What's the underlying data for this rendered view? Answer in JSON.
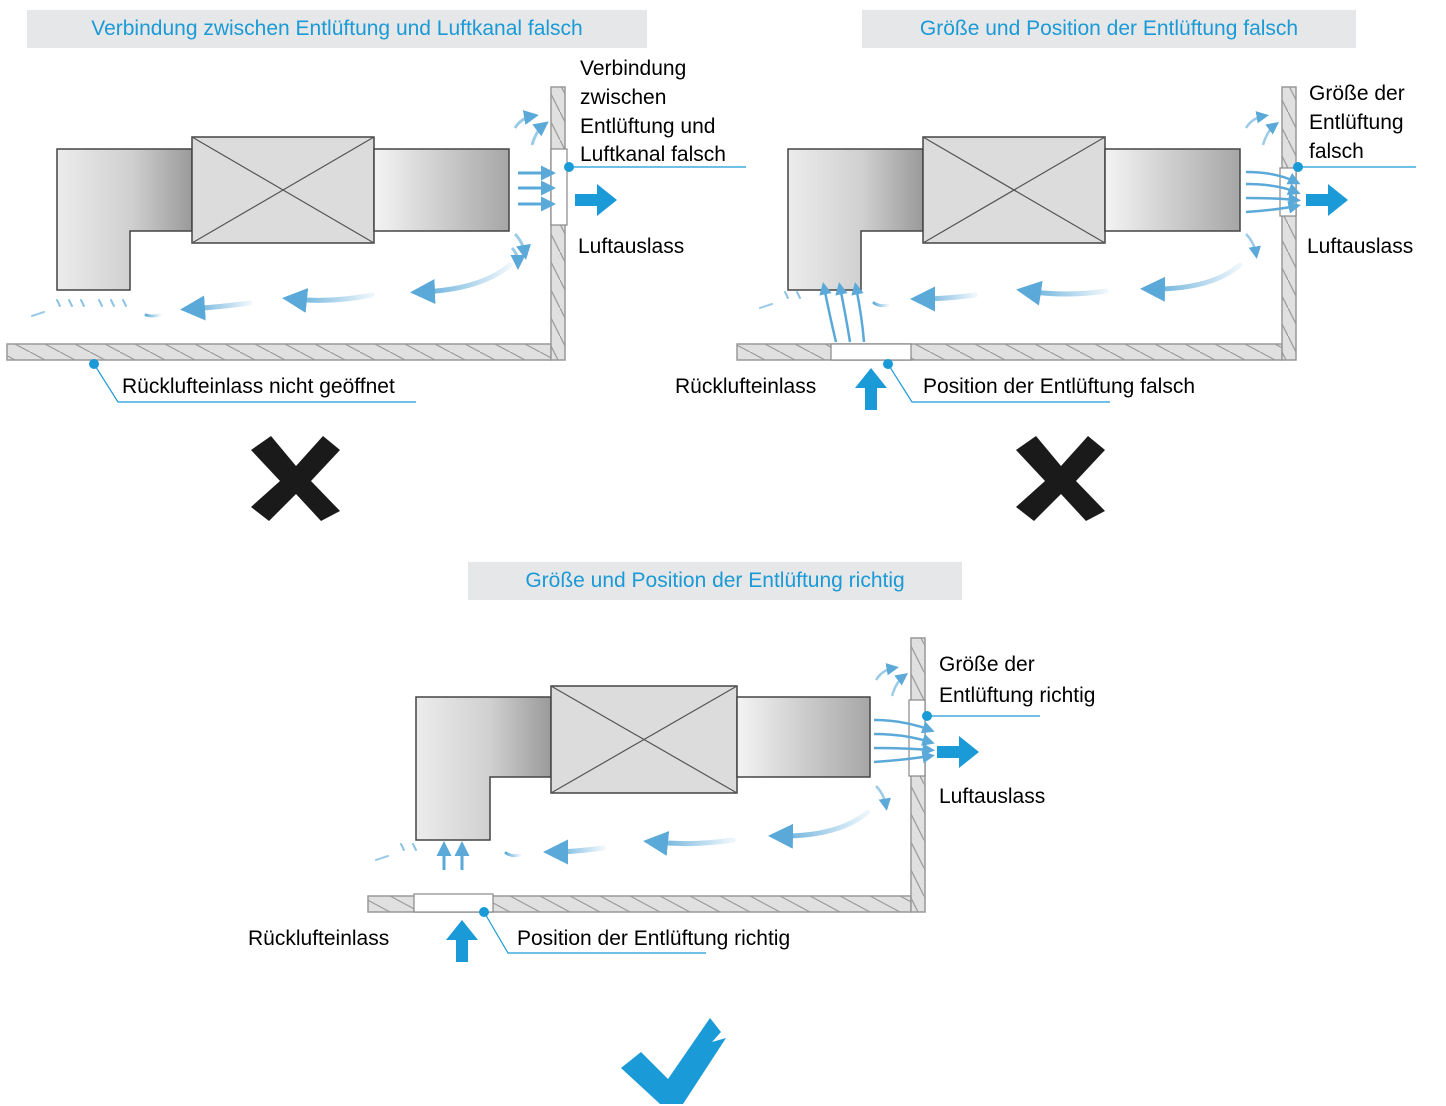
{
  "panels": {
    "top_left": {
      "title": "Verbindung zwischen Entlüftung und Luftkanal falsch",
      "callout_lines": [
        "Verbindung",
        "zwischen",
        "Entlüftung und",
        "Luftkanal falsch"
      ],
      "outlet_label": "Luftauslass",
      "floor_label": "Rücklufteinlass nicht geöffnet",
      "verdict": "incorrect",
      "verdict_icon": "cross-icon"
    },
    "top_right": {
      "title": "Größe und Position der Entlüftung falsch",
      "callout_lines": [
        "Größe der",
        "Entlüftung",
        "falsch"
      ],
      "outlet_label": "Luftauslass",
      "inlet_label": "Rücklufteinlass",
      "floor_label": "Position der Entlüftung falsch",
      "verdict": "incorrect",
      "verdict_icon": "cross-icon"
    },
    "bottom": {
      "title": "Größe und Position der Entlüftung richtig",
      "callout_lines": [
        "Größe der",
        "Entlüftung richtig"
      ],
      "outlet_label": "Luftauslass",
      "inlet_label": "Rücklufteinlass",
      "floor_label": "Position der Entlüftung richtig",
      "verdict": "correct",
      "verdict_icon": "checkmark-icon"
    }
  },
  "colors": {
    "accent": "#1a9ad6",
    "banner_bg": "#e6e7e8",
    "airflow": "#5aa9d8",
    "wall_fill": "#e0e0e0",
    "wall_stroke": "#9a9a9a",
    "unit_fill": "#dcdcdc",
    "mark_dark": "#1a1a1a"
  }
}
